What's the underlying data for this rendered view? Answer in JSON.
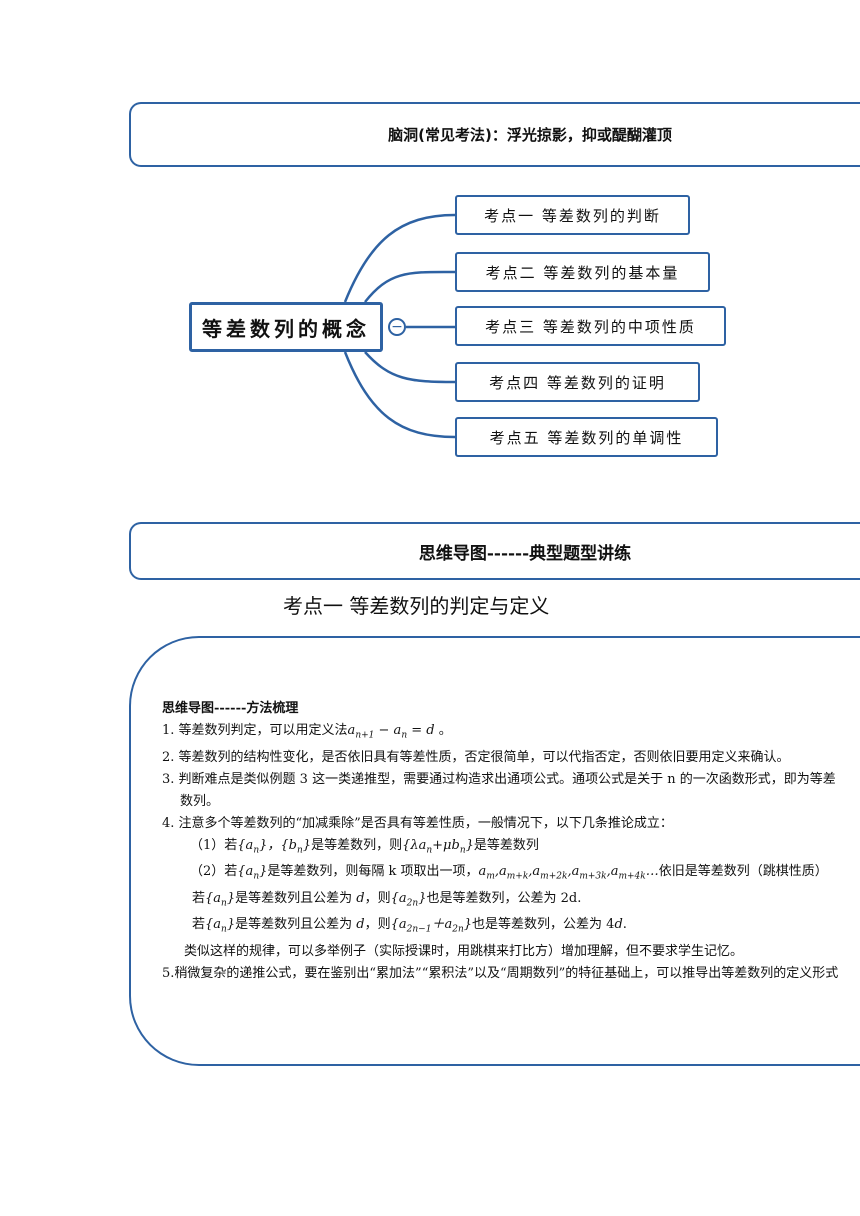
{
  "banner_top": "脑洞(常见考法)：浮光掠影，抑或醍醐灌顶",
  "mindmap": {
    "root": "等差数列的概念",
    "collapse_symbol": "−",
    "branches": [
      "考点一  等差数列的判断",
      "考点二  等差数列的基本量",
      "考点三  等差数列的中项性质",
      "考点四    等差数列的证明",
      "考点五  等差数列的单调性"
    ]
  },
  "banner_middle": "思维导图------典型题型讲练",
  "section_title": "考点一  等差数列的判定与定义",
  "method": {
    "title": "思维导图------方法梳理",
    "item1_prefix": "1. 等差数列判定，可以用定义法",
    "item1_formula": "a",
    "item1_suffix": "。",
    "item2": "2. 等差数列的结构性变化，是否依旧具有等差性质，否定很简单，可以代指否定，否则依旧要用定义来确认。",
    "item3": "3. 判断难点是类似例题 3 这一类递推型，需要通过构造求出通项公式。通项公式是关于 n 的一次函数形式，即为等差数列。",
    "item4": "4. 注意多个等差数列的“加减乘除”是否具有等差性质，一般情况下，以下几条推论成立：",
    "sub1_a": "（1）若",
    "sub1_b": "是等差数列，则",
    "sub1_c": "是等差数列",
    "sub2_a": "（2）若",
    "sub2_b": "是等差数列，则每隔 k 项取出一项，",
    "sub2_c": "依旧是等差数列（跳棋性质）",
    "sub3_a": "若",
    "sub3_b": "是等差数列且公差为",
    "sub3_c": "，则",
    "sub3_d": "也是等差数列，公差为 2d.",
    "sub4_a": "若",
    "sub4_b": "是等差数列且公差为",
    "sub4_c": "，则",
    "sub4_d": "也是等差数列，公差为 4",
    "sub5": "类似这样的规律，可以多举例子（实际授课时，用跳棋来打比方）增加理解，但不要求学生记忆。",
    "item5": "5.稍微复杂的递推公式，要在鉴别出“累加法”“累积法”以及“周期数列”的特征基础上，可以推导出等差数列的定义形式"
  },
  "colors": {
    "accent": "#2e62a3"
  }
}
